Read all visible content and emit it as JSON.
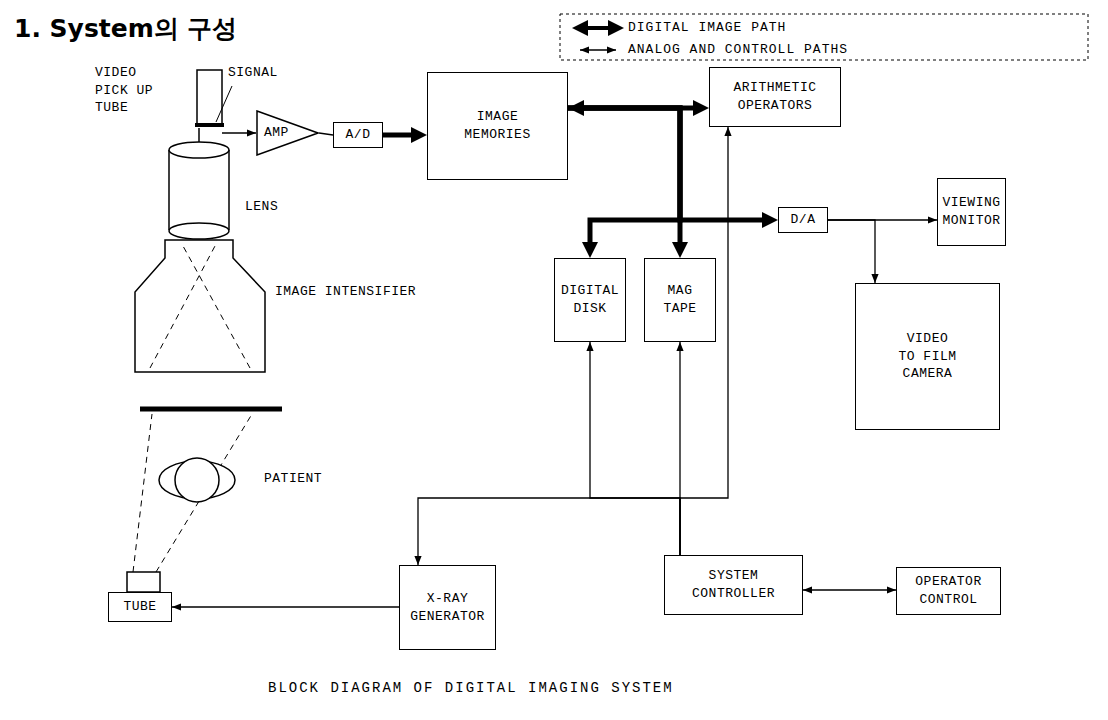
{
  "diagram": {
    "title": "1. System의 구성",
    "caption": "BLOCK DIAGRAM OF DIGITAL IMAGING SYSTEM",
    "nodes": [
      {
        "text": [
          "AMP"
        ]
      },
      {
        "text": [
          "A/D"
        ]
      },
      {
        "text": [
          "IMAGE MEMORIES"
        ]
      },
      {
        "text": [
          "ARITHMETIC OPERATORS"
        ]
      },
      {
        "text": [
          "D/A"
        ]
      },
      {
        "text": [
          "VIEWING MONITOR"
        ]
      },
      {
        "text": [
          "DIGITAL DISK"
        ]
      },
      {
        "text": [
          "MAG TAPE"
        ]
      },
      {
        "text": [
          "VIDEO TO FILM CAMERA"
        ]
      },
      {
        "text": [
          "TUBE"
        ]
      },
      {
        "text": [
          "X-RAY GENERATOR"
        ]
      },
      {
        "text": [
          "SYSTEM CONTROLLER"
        ]
      },
      {
        "text": [
          "OPERATOR CONTROL"
        ]
      }
    ],
    "edges": [
      {
        "from": 0,
        "to": 1,
        "arrow": "none"
      },
      {
        "from": 1,
        "to": 2,
        "arrow": "to"
      },
      {
        "from": 2,
        "to": 3,
        "arrow": "both"
      },
      {
        "from": 2,
        "to": 4,
        "arrow": "to"
      },
      {
        "from": 2,
        "to": 6,
        "arrow": "to"
      },
      {
        "from": 2,
        "to": 7,
        "arrow": "to"
      },
      {
        "from": 4,
        "to": 5,
        "arrow": "to"
      },
      {
        "from": 4,
        "to": 8,
        "arrow": "to"
      },
      {
        "from": 11,
        "to": 6,
        "arrow": "to"
      },
      {
        "from": 11,
        "to": 7,
        "arrow": "to"
      },
      {
        "from": 11,
        "to": 3,
        "arrow": "to"
      },
      {
        "from": 11,
        "to": 10,
        "arrow": "to"
      },
      {
        "from": 11,
        "to": 12,
        "arrow": "both"
      },
      {
        "from": 10,
        "to": 9,
        "arrow": "to"
      }
    ],
    "labels": [
      "VIDEO PICK UP TUBE",
      "SIGNAL",
      "LENS",
      "IMAGE INTENSIFIER",
      "PATIENT"
    ],
    "legend": [
      {
        "text": "DIGITAL IMAGE PATH"
      },
      {
        "text": "ANALOG AND CONTROLL PATHS"
      }
    ]
  }
}
